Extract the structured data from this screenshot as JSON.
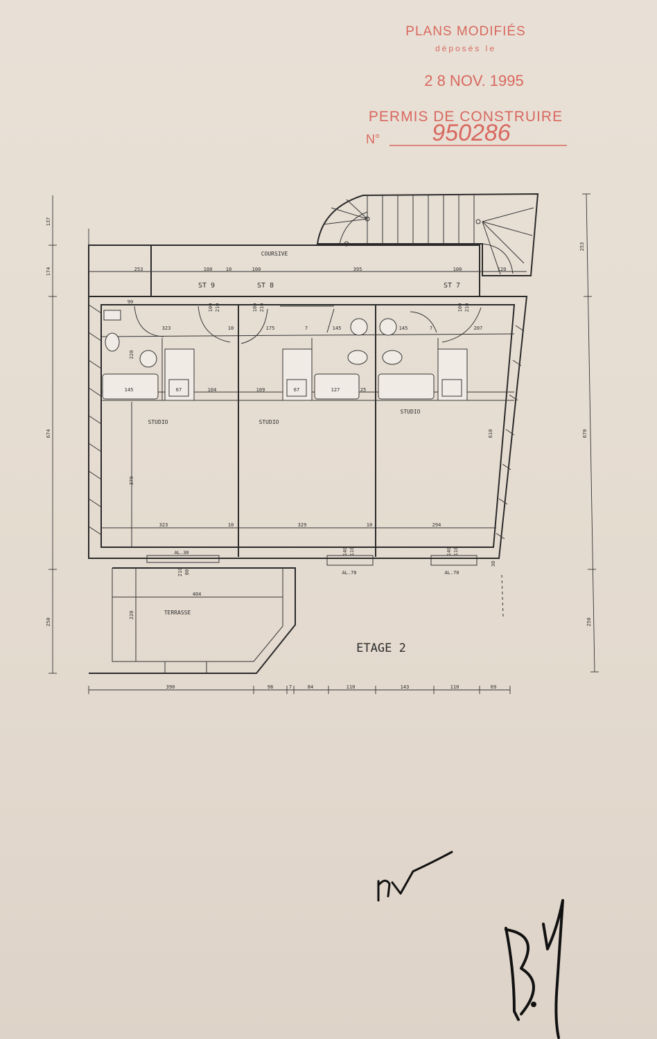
{
  "stamp": {
    "line1": "PLANS MODIFIÉS",
    "line2": "déposés le",
    "date": "2 8 NOV. 1995",
    "line3": "PERMIS DE CONSTRUIRE",
    "number_prefix": "N°",
    "number": "950286",
    "color": "#d8685f"
  },
  "plan": {
    "floor_title": "ETAGE 2",
    "corridor": "COURSIVE",
    "units": [
      "ST 9",
      "ST 8",
      "ST 7"
    ],
    "rooms": [
      "STUDIO",
      "STUDIO",
      "STUDIO"
    ],
    "terrace": "TERRASSE",
    "windows": [
      "AL.30",
      "AL.70",
      "AL.70"
    ],
    "dims": {
      "left_vertical": [
        "137",
        "174",
        "674",
        "250"
      ],
      "right_vertical": [
        "253",
        "670",
        "250"
      ],
      "corridor_row": [
        "253",
        "100",
        "10",
        "100",
        "395",
        "100",
        "120"
      ],
      "door_a": [
        "100",
        "210"
      ],
      "door_b": [
        "100",
        "210"
      ],
      "door_c": [
        "100",
        "210"
      ],
      "bath_row": [
        "323",
        "10",
        "175",
        "7",
        "145",
        "145",
        "7",
        "207"
      ],
      "bath_depth": "220",
      "fix_row": [
        "145",
        "67",
        "104",
        "109",
        "67",
        "127",
        "25"
      ],
      "studio_depth": "379",
      "studio_right": "610",
      "studio_widths": [
        "323",
        "10",
        "329",
        "10",
        "294"
      ],
      "window_a": [
        "210",
        "80"
      ],
      "window_b": [
        "140",
        "110"
      ],
      "window_c": [
        "140",
        "110"
      ],
      "end_30": "30",
      "terrace_width": "404",
      "terrace_depth": "220",
      "bottom_row": [
        "390",
        "98",
        "7",
        "84",
        "110",
        "143",
        "110",
        "69"
      ],
      "small_90": "90",
      "small_253": "253"
    }
  }
}
